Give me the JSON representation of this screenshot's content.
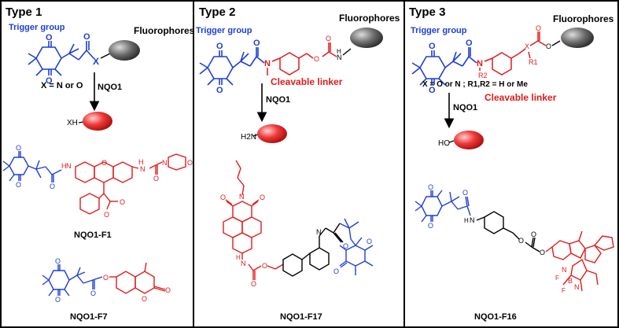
{
  "panels": [
    {
      "heading": "Type 1",
      "trigger_label": "Trigger group",
      "fluorophore_label": "Fluorophores",
      "x_atom": "X",
      "condition": "X = N or O",
      "enzyme": "NQO1",
      "product_group": "XH",
      "compound_1": "NQO1-F1",
      "compound_2": "NQO1-F7"
    },
    {
      "heading": "Type 2",
      "trigger_label": "Trigger group",
      "fluorophore_label": "Fluorophores",
      "linker_label": "Cleavable linker",
      "enzyme": "NQO1",
      "product_group": "H2N",
      "compound_1": "NQO1-F17"
    },
    {
      "heading": "Type 3",
      "trigger_label": "Trigger group",
      "fluorophore_label": "Fluorophores",
      "substituent_1": "R1",
      "substituent_2": "R2",
      "x_atom": "X",
      "condition": "X = O or N ; R1,R2 = H or Me",
      "linker_label": "Cleavable linker",
      "enzyme": "NQO1",
      "product_group": "HO",
      "compound_1": "NQO1-F16"
    }
  ],
  "colors": {
    "trigger": "#1f3fd0",
    "linker": "#e01b1b",
    "fluorophore_grey": "#5a5a5a",
    "fluorophore_red": "#e5232b",
    "border": "#000000"
  },
  "atoms": {
    "O": "O",
    "N": "N",
    "H": "H",
    "B": "B",
    "F": "F"
  }
}
